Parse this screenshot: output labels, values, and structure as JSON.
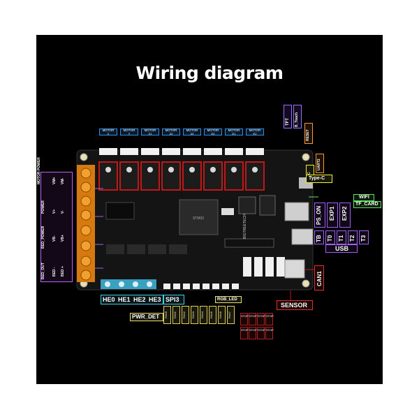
{
  "title": "Wiring diagram",
  "motors": [
    {
      "line1": "MOTOR",
      "line2": "X"
    },
    {
      "line1": "MOTOR",
      "line2": "Y"
    },
    {
      "line1": "MOTOR",
      "line2": "Z1"
    },
    {
      "line1": "MOTOR",
      "line2": "Z2"
    },
    {
      "line1": "MOTOR",
      "line2": "Z3"
    },
    {
      "line1": "MOTOR",
      "line2": "E0"
    },
    {
      "line1": "MOTOR",
      "line2": "E1"
    },
    {
      "line1": "MOTOR",
      "line2": "E2"
    }
  ],
  "left_power": {
    "motor_power": "MOTOR POWER",
    "vm_plus": "VM+",
    "vm_minus": "VM-",
    "power": "POWER",
    "v_plus": "V+",
    "v_minus": "V-",
    "bed_power": "BED_POWER",
    "vb_minus": "VB-",
    "vb_plus": "VB+",
    "bed_out": "BED_OUT",
    "bed_minus": "BED -",
    "bed_plus": "BED +"
  },
  "right_labels": {
    "tft": "TFT",
    "b_touch": "B_Touch",
    "reset": "RESET",
    "uart2": "UART2",
    "i2c": "I2C",
    "type_c": "Type-C",
    "wifi": "WIFI",
    "tf_card": "TF_CARD",
    "ps_on": "PS_ON",
    "exp1": "EXP1",
    "exp2": "EXP2",
    "tb": "TB",
    "t0": "T0",
    "t1": "T1",
    "t2": "T2",
    "t3": "T3",
    "usb": "USB",
    "can1": "CAN1"
  },
  "bottom_labels": {
    "he0": "HE0",
    "he1": "HE1",
    "he2": "HE2",
    "he3": "HE3",
    "spi3": "SPI3",
    "rgb_led": "RGB_LED",
    "pwr_det": "PWR_DET",
    "sensor": "SENSOR"
  },
  "stops": [
    "STOP",
    "STOP",
    "STOP",
    "STOP",
    "STOP",
    "STOP",
    "STOP",
    "STOP"
  ],
  "fans": [
    "FAN0",
    "FAN1",
    "FAN2",
    "FAN3",
    "FAN4",
    "FAN5",
    "FAN6",
    "FAN7"
  ],
  "board_brand": "BIGTREETECH",
  "colors": {
    "motor": "#2f8fe0",
    "power": "#c060ff",
    "heater": "#40d0e0",
    "fan": "#e8e070",
    "sensor": "#e03030",
    "tft": "#9a70ff",
    "uart": "#ff9a30",
    "i2c": "#f0f040",
    "wifi": "#60e060",
    "usb": "#a060f0"
  }
}
